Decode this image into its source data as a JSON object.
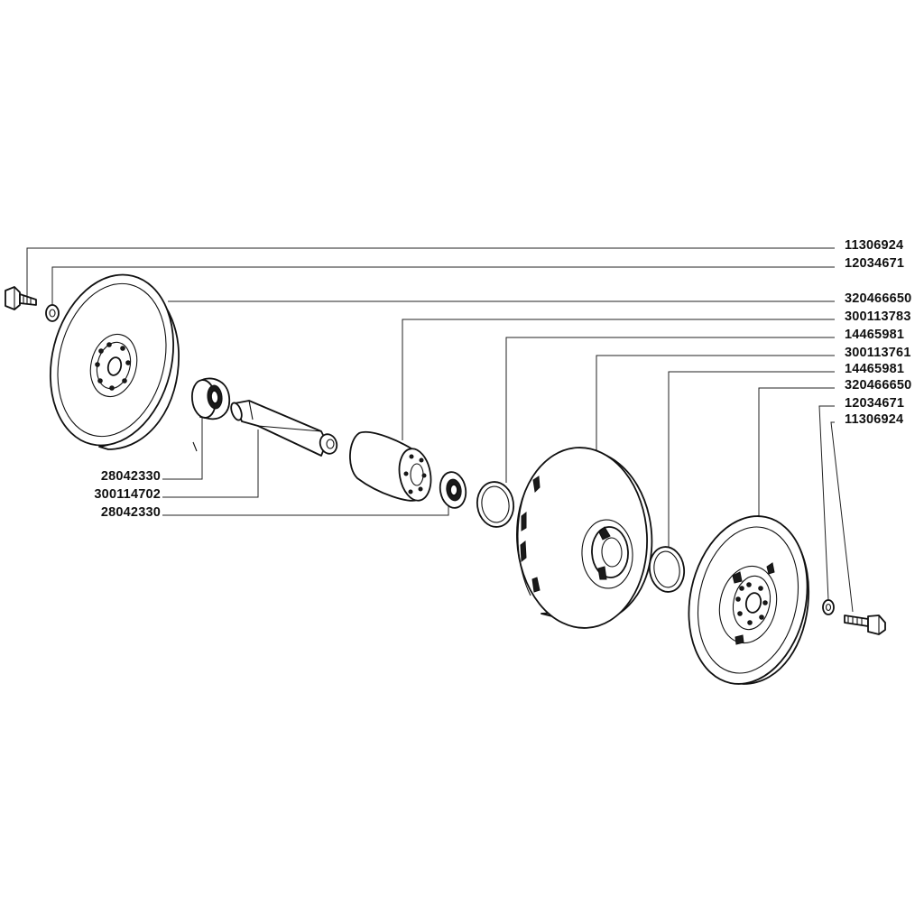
{
  "callouts": {
    "right": [
      "11306924",
      "12034671",
      "320466650",
      "300113783",
      "14465981",
      "300113761",
      "14465981",
      "320466650",
      "12034671",
      "11306924"
    ],
    "left": [
      "28042330",
      "300114702",
      "28042330"
    ]
  },
  "parts": [
    {
      "name": "bolt"
    },
    {
      "name": "washer"
    },
    {
      "name": "half-pulley"
    },
    {
      "name": "hub-sleeve"
    },
    {
      "name": "o-ring"
    },
    {
      "name": "center-pulley"
    },
    {
      "name": "o-ring"
    },
    {
      "name": "half-pulley"
    },
    {
      "name": "washer"
    },
    {
      "name": "bolt"
    },
    {
      "name": "ball-bearing"
    },
    {
      "name": "shaft"
    },
    {
      "name": "ball-bearing"
    }
  ]
}
